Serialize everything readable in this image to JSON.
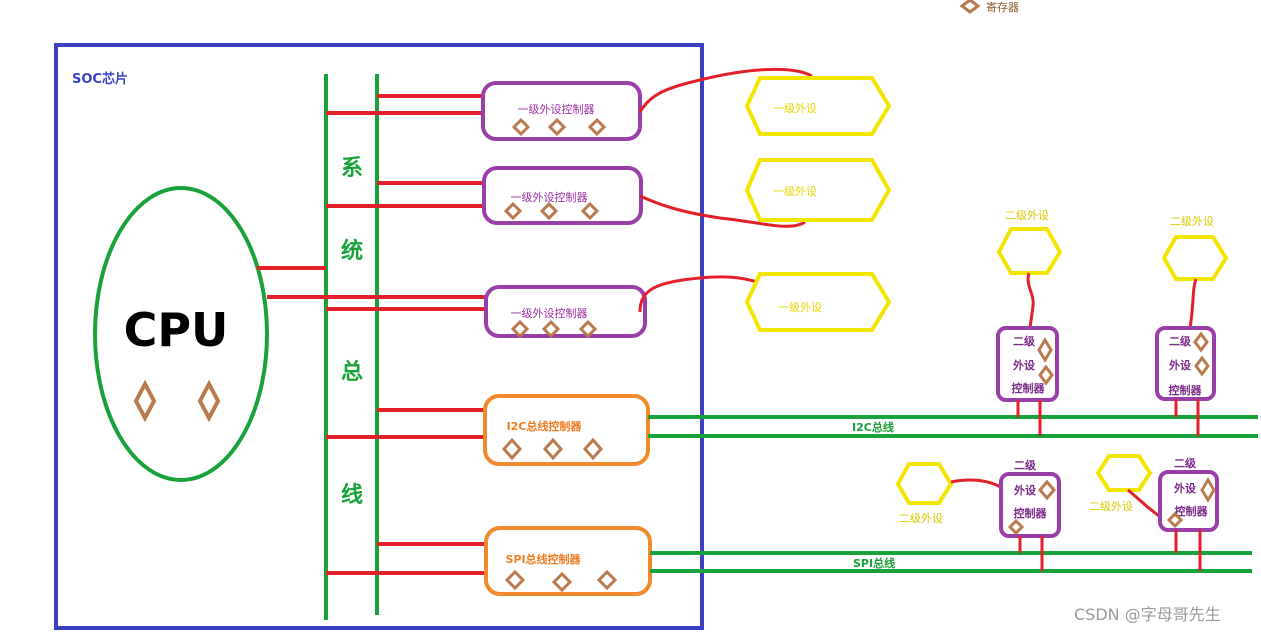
{
  "legend": {
    "register_label": "寄存器"
  },
  "soc": {
    "label": "SOC芯片"
  },
  "cpu": {
    "label": "CPU"
  },
  "system_bus": {
    "chars": [
      "系",
      "统",
      "总",
      "线"
    ]
  },
  "controllers": {
    "level1": [
      "一级外设控制器",
      "一级外设控制器",
      "一级外设控制器"
    ],
    "i2c": "I2C总线控制器",
    "spi": "SPI总线控制器"
  },
  "peripherals_level1": [
    "一级外设",
    "一级外设",
    "一级外设"
  ],
  "peripherals_level2": {
    "top_left": "二级外设",
    "top_right": "二级外设",
    "bottom_left": "二级外设",
    "bottom_right": "二级外设"
  },
  "level2_controllers": {
    "top_left": [
      "二级",
      "外设",
      "控制器"
    ],
    "top_right": [
      "二级",
      "外设",
      "控制器"
    ],
    "bottom_left": [
      "二级",
      "外设",
      "控制器"
    ],
    "bottom_right": [
      "二级",
      "外设",
      "控制器"
    ]
  },
  "buses": {
    "i2c": "I2C总线",
    "spi": "SPI总线"
  },
  "watermark": "CSDN @字母哥先生",
  "colors": {
    "soc_border": "#3b3fc4",
    "bus_green": "#1aa23a",
    "link_red": "#e3202a",
    "controller_purple": "#9b3fa8",
    "controller_orange": "#f08a2b",
    "peripheral_yellow": "#f2e600",
    "register_brown": "#b97a4e"
  }
}
